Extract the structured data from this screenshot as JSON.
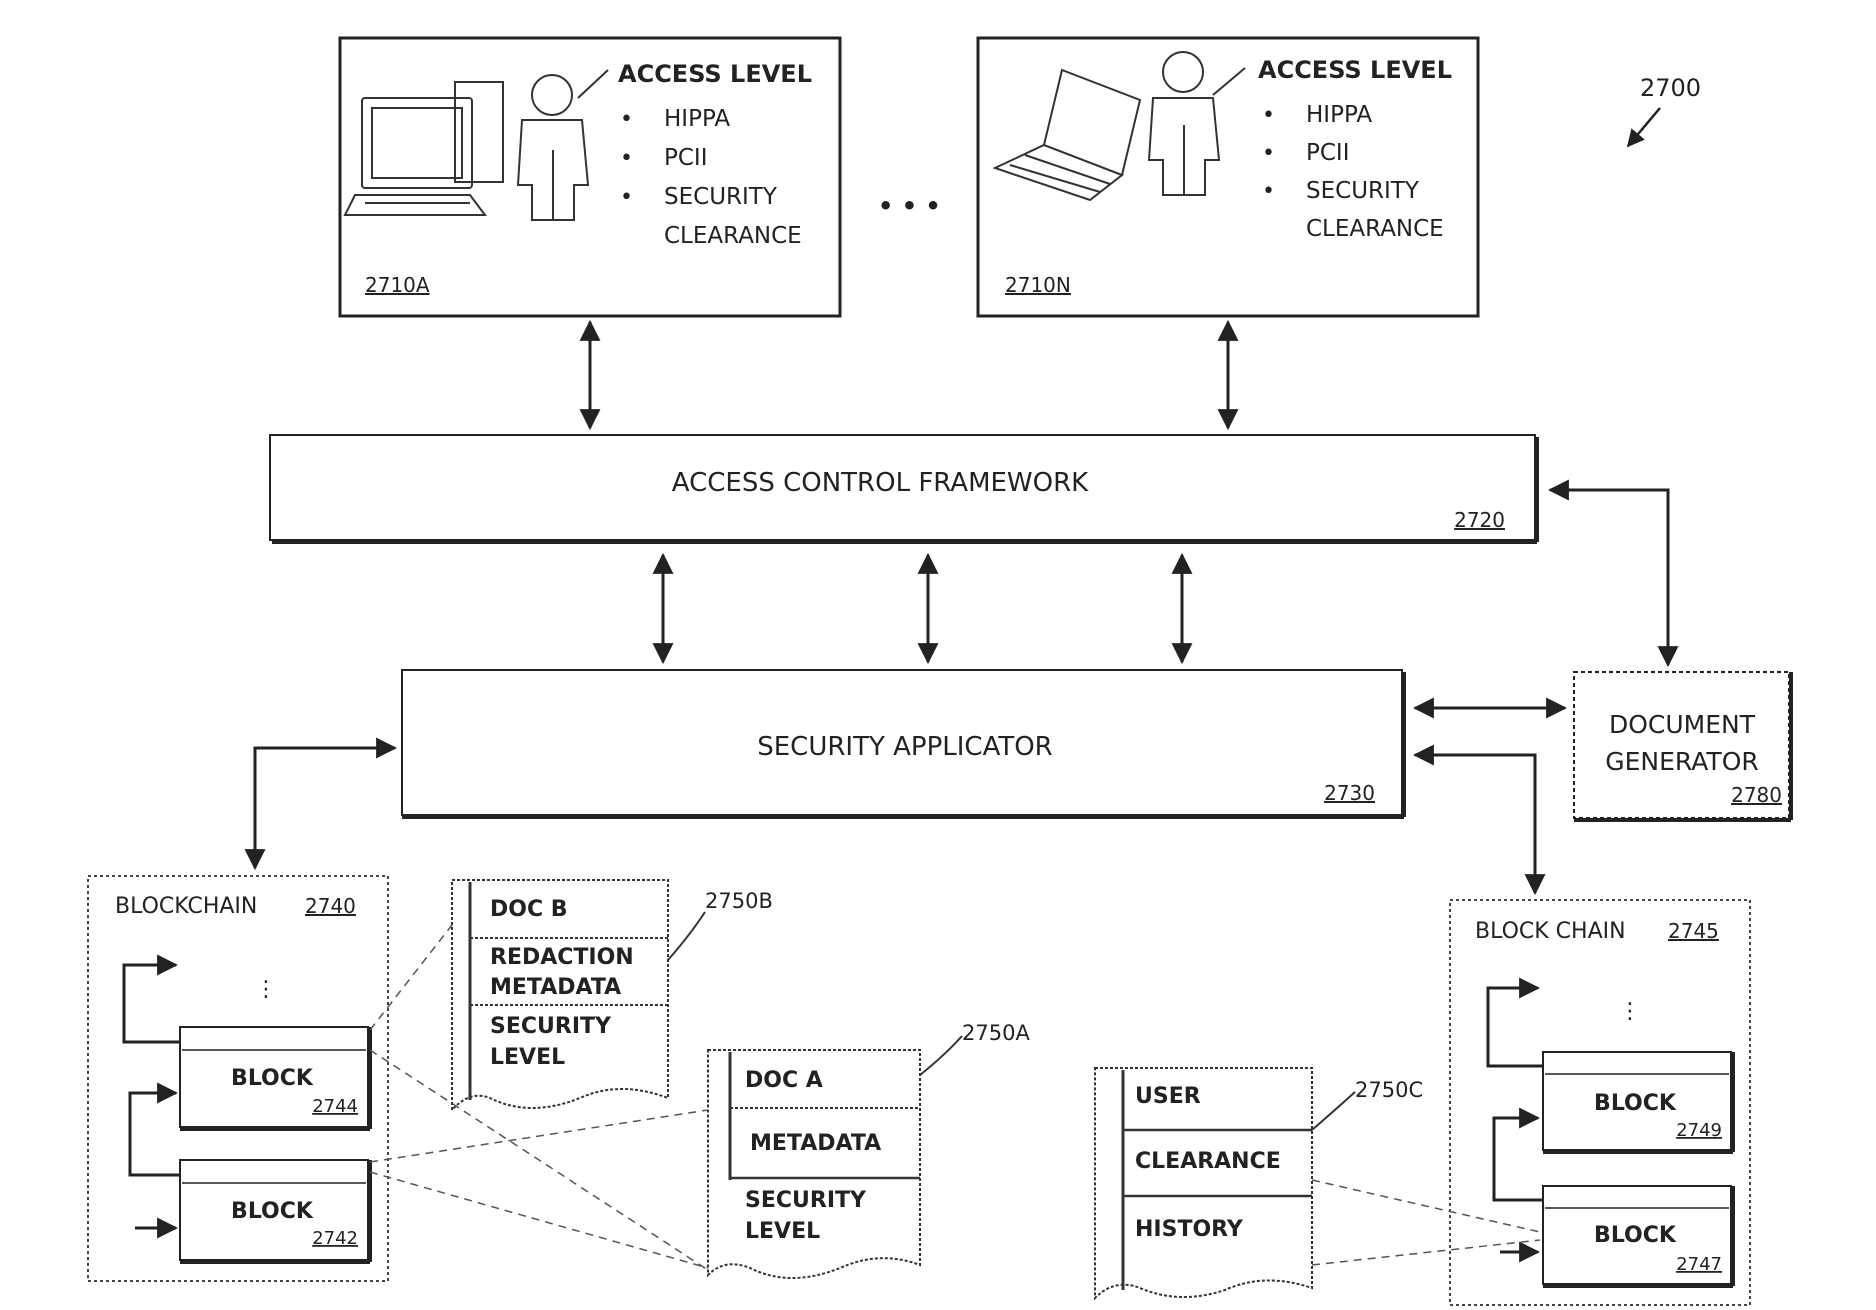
{
  "figure_ref": "2700",
  "clients": [
    {
      "ref": "2710A",
      "heading": "ACCESS LEVEL",
      "items": [
        "HIPPA",
        "PCII",
        "SECURITY"
      ],
      "item_cont": "CLEARANCE"
    },
    {
      "ref": "2710N",
      "heading": "ACCESS LEVEL",
      "items": [
        "HIPPA",
        "PCII",
        "SECURITY"
      ],
      "item_cont": "CLEARANCE"
    }
  ],
  "ellipsis": "• • •",
  "access_control": {
    "label": "ACCESS CONTROL FRAMEWORK",
    "ref": "2720"
  },
  "security_applicator": {
    "label": "SECURITY APPLICATOR",
    "ref": "2730"
  },
  "document_generator": {
    "line1": "DOCUMENT",
    "line2": "GENERATOR",
    "ref": "2780"
  },
  "blockchain_left": {
    "label": "BLOCKCHAIN",
    "ref": "2740",
    "dots": "⋮",
    "blocks": [
      {
        "label": "BLOCK",
        "ref": "2744"
      },
      {
        "label": "BLOCK",
        "ref": "2742"
      }
    ]
  },
  "blockchain_right": {
    "label": "BLOCK CHAIN",
    "ref": "2745",
    "dots": "⋮",
    "blocks": [
      {
        "label": "BLOCK",
        "ref": "2749"
      },
      {
        "label": "BLOCK",
        "ref": "2747"
      }
    ]
  },
  "doc_b": {
    "ref": "2750B",
    "title": "DOC B",
    "row2a": "REDACTION",
    "row2b": "METADATA",
    "row3a": "SECURITY",
    "row3b": "LEVEL"
  },
  "doc_a": {
    "ref": "2750A",
    "title": "DOC A",
    "row2": "METADATA",
    "row3a": "SECURITY",
    "row3b": "LEVEL"
  },
  "doc_c": {
    "ref": "2750C",
    "row1": "USER",
    "row2": "CLEARANCE",
    "row3": "HISTORY"
  }
}
